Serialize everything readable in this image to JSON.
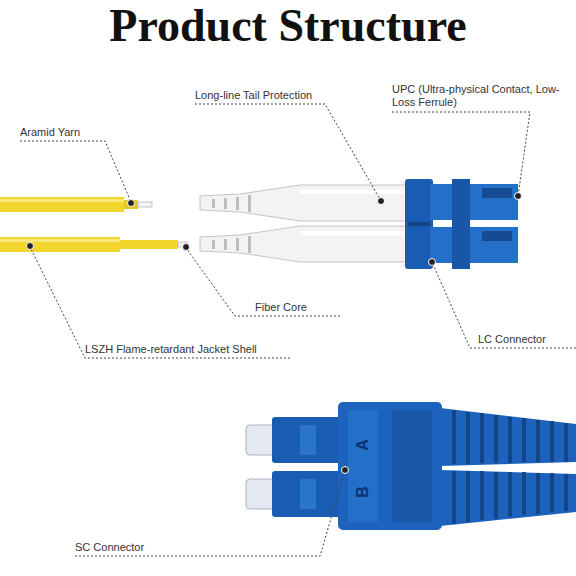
{
  "diagram": {
    "title": "Product Structure",
    "labels": [
      "Long-line Tail Protection",
      "UPC (Ultra-physical Contact, Low-Loss Ferrule)",
      "Aramid Yarn",
      "Fiber Core",
      "LSZH Flame-retardant Jacket Shell",
      "LC Connector",
      "SC Connector",
      "A",
      "B"
    ]
  }
}
